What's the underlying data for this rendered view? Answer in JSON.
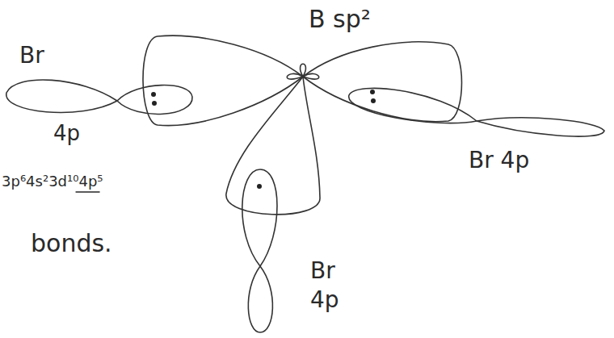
{
  "diagram": {
    "labels": [
      "B sp²",
      "Br",
      "4p",
      "Br 4p",
      "Br 4p",
      "3p⁶4s²3d¹⁰4p⁵",
      "bonds."
    ]
  }
}
